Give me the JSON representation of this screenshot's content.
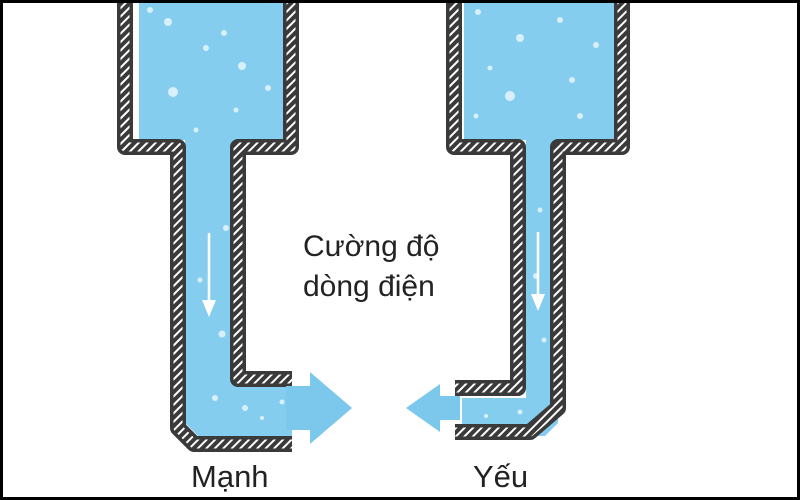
{
  "title": {
    "line1": "Cường độ",
    "line2": "dòng điện"
  },
  "labels": {
    "strong": "Mạnh",
    "weak": "Yếu"
  },
  "colors": {
    "water": "#85cdee",
    "arrow": "#7bc8ec",
    "pipe_wall": "#3a3a3a",
    "bubble": "#d8f0fb",
    "text": "#222222"
  },
  "icons": {
    "left_pipe": "wide-pipe-icon",
    "right_pipe": "narrow-pipe-icon",
    "flow_arrow": "arrow-icon"
  }
}
